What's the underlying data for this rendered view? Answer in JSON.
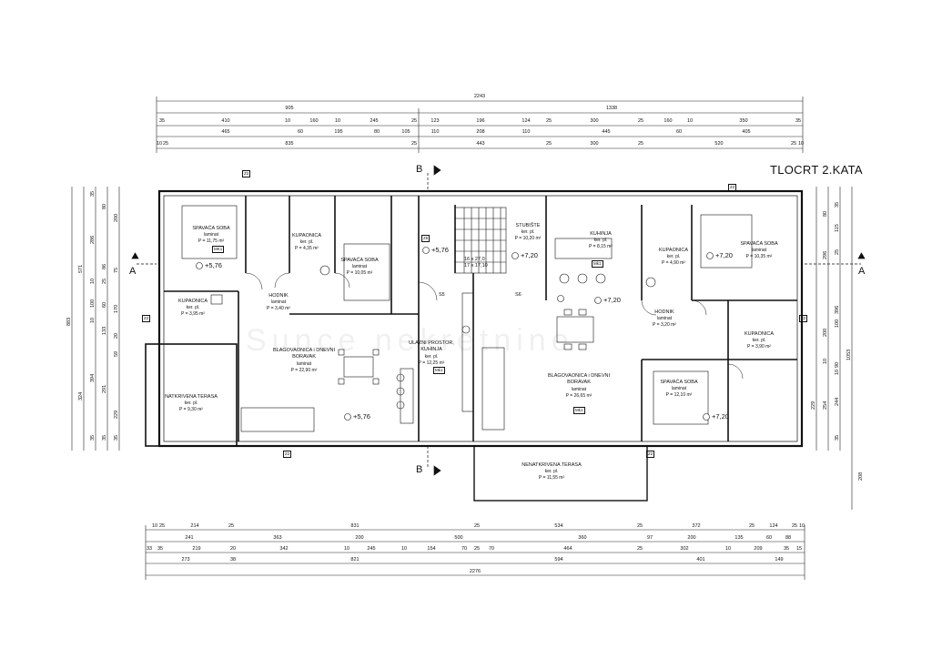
{
  "title": "TLOCRT 2.KATA",
  "watermark": "Sunce nekretnine",
  "top_dims": {
    "row1": [
      "2243"
    ],
    "row2": [
      "905",
      "1338"
    ],
    "row3": [
      "35",
      "410",
      "10",
      "160",
      "10",
      "245",
      "25",
      "123",
      "196",
      "124",
      "25",
      "300",
      "25",
      "160",
      "10",
      "350",
      "35"
    ],
    "row4": [
      "465",
      "60",
      "195",
      "80",
      "105",
      "110",
      "208",
      "110",
      "445",
      "60",
      "405"
    ],
    "row5": [
      "10",
      "25",
      "835",
      "25",
      "443",
      "25",
      "300",
      "25",
      "520",
      "25",
      "10"
    ]
  },
  "bottom_dims": {
    "row1": [
      "10",
      "25",
      "214",
      "25",
      "831",
      "25",
      "534",
      "25",
      "372",
      "25",
      "124",
      "25",
      "10"
    ],
    "row2": [
      "241",
      "363",
      "200",
      "500",
      "360",
      "97",
      "200",
      "135",
      "60",
      "88"
    ],
    "row3": [
      "33",
      "35",
      "219",
      "20",
      "342",
      "10",
      "245",
      "10",
      "154",
      "70",
      "25",
      "70",
      "464",
      "25",
      "302",
      "10",
      "209",
      "35",
      "15"
    ],
    "row4": [
      "273",
      "38",
      "821",
      "594",
      "401",
      "149"
    ],
    "row5": [
      "2276"
    ]
  },
  "left_dims": {
    "outer": "883",
    "mid": [
      "571",
      "324"
    ],
    "inner": [
      "35",
      "80",
      "286",
      "10",
      "25",
      "86",
      "60",
      "100",
      "133",
      "35",
      "10",
      "394",
      "35"
    ],
    "inner2": [
      "200",
      "75",
      "170",
      "20",
      "59",
      "291",
      "229",
      "35"
    ]
  },
  "right_dims": {
    "outer": [
      "1053",
      "208"
    ],
    "mid": [
      "296",
      "396",
      "200",
      "254",
      "229",
      "244"
    ],
    "inner": [
      "35",
      "115",
      "80",
      "25",
      "100",
      "90",
      "10",
      "10",
      "35"
    ]
  },
  "rooms": [
    {
      "name": "SPAVAĆA SOBA",
      "floor": "laminat",
      "area": "P = 11,75 m²"
    },
    {
      "name": "KUPAONICA",
      "floor": "ker. pl.",
      "area": "P = 4,35 m²"
    },
    {
      "name": "SPAVAĆA SOBA",
      "floor": "laminat",
      "area": "P = 10,05 m²"
    },
    {
      "name": "HODNIK",
      "floor": "laminat",
      "area": "P = 3,40 m²"
    },
    {
      "name": "KUPAONICA",
      "floor": "ker. pl.",
      "area": "P = 3,95 m²"
    },
    {
      "name": "BLAGOVAONICA i DNEVNI BORAVAK",
      "floor": "laminat",
      "area": "P = 22,90 m²"
    },
    {
      "name": "NATKRIVENA TERASA",
      "floor": "ker. pl.",
      "area": "P = 9,30 m²"
    },
    {
      "name": "ULAZNI PROSTOR, KUHINJA",
      "floor": "ker. pl.",
      "area": "P = 12,25 m²"
    },
    {
      "name": "STUBIŠTE",
      "floor": "ker. pl.",
      "area": "P = 10,20 m²"
    },
    {
      "name": "KUHINJA",
      "floor": "ker. pl.",
      "area": "P = 8,15 m²"
    },
    {
      "name": "BLAGOVAONICA i DNEVNI BORAVAK",
      "floor": "laminat",
      "area": "P = 26,65 m²"
    },
    {
      "name": "KUPAONICA",
      "floor": "ker. pl.",
      "area": "P = 4,90 m²"
    },
    {
      "name": "SPAVAĆA SOBA",
      "floor": "laminat",
      "area": "P = 10,35 m²"
    },
    {
      "name": "HODNIK",
      "floor": "laminat",
      "area": "P = 3,20 m²"
    },
    {
      "name": "KUPAONICA",
      "floor": "ker. pl.",
      "area": "P = 3,90 m²"
    },
    {
      "name": "SPAVAĆA SOBA",
      "floor": "laminat",
      "area": "P = 12,10 m²"
    },
    {
      "name": "NENATKRIVENA TERASA",
      "floor": "ker. pl.",
      "area": "P = 11,55 m²"
    }
  ],
  "levels": [
    "+5,76",
    "+5,76",
    "+5,76",
    "+7,20",
    "+7,20",
    "+7,20",
    "+7,20",
    "+7,20"
  ],
  "section_labels": [
    "A",
    "A",
    "B",
    "B"
  ],
  "stair_label": [
    "16 x 27,0",
    "17 x 17,10"
  ],
  "stair_codes": [
    "S5",
    "S6"
  ],
  "mk_label": "MK1",
  "mk_label2": "Mk1",
  "z_labels": [
    "Z2",
    "Z2",
    "Z2",
    "Z2",
    "Z2",
    "Z2",
    "Z6"
  ]
}
